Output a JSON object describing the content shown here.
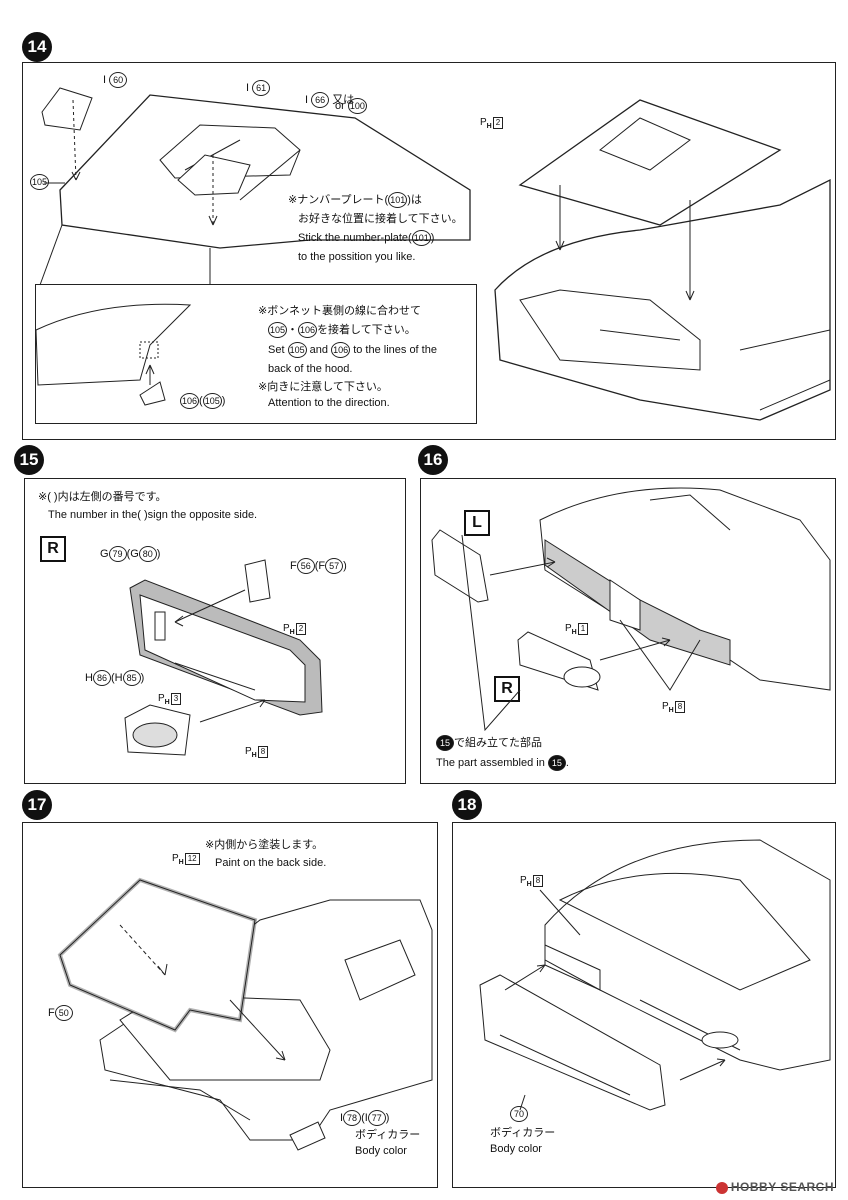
{
  "steps": {
    "s14": {
      "num": "14",
      "labels": {
        "i60_prefix": "I",
        "i60": "60",
        "i61_prefix": "I",
        "i61": "61",
        "i66_prefix": "I",
        "i66": "66",
        "or_ja": "又は",
        "or_en": "or",
        "i100": "100",
        "p105": "105",
        "ph": "P",
        "ph_sub": "H",
        "ph_num": "2",
        "p106": "106",
        "p105b": "105"
      },
      "note_plate": {
        "ja1": "※ナンバープレート(",
        "n101": "101",
        "ja1b": ")は",
        "ja2": "お好きな位置に接着して下さい。",
        "en1": "Stick the number-plate(",
        "en1b": ")",
        "en2": "to the possition you like."
      },
      "note_hood": {
        "ja1": "※ボンネット裏側の線に合わせて",
        "n105": "105",
        "dot": "・",
        "n106": "106",
        "ja2": "を接着して下さい。",
        "en1a": "Set",
        "en1b": "and",
        "en1c": "to the lines of the",
        "en2": "back of the hood."
      },
      "note_dir": {
        "ja": "※向きに注意して下さい。",
        "en": "Attention to the direction."
      }
    },
    "s15": {
      "num": "15",
      "note_ja": "※(   )内は左側の番号です。",
      "note_en": "The number in the(    )sign the opposite side.",
      "side": "R",
      "g_prefix": "G",
      "g79": "79",
      "g80": "80",
      "f_prefix": "F",
      "f56": "56",
      "f57": "57",
      "h_prefix": "H",
      "h86": "86",
      "h85": "85",
      "ph": "P",
      "ph_sub": "H",
      "ph2": "2",
      "ph3": "3",
      "ph8": "8"
    },
    "s16": {
      "num": "16",
      "side_l": "L",
      "side_r": "R",
      "ph": "P",
      "ph_sub": "H",
      "ph1": "1",
      "ph8": "8",
      "assembled_ja": "で組み立てた部品",
      "assembled_num": "15",
      "assembled_en": "The part assembled in",
      "assembled_end": "."
    },
    "s17": {
      "num": "17",
      "note_ja": "※内側から塗装します。",
      "note_en": "Paint on the back side.",
      "ph": "P",
      "ph_sub": "H",
      "ph12": "12",
      "f_prefix": "F",
      "f50": "50",
      "i_prefix": "I",
      "i78": "78",
      "i77": "77",
      "body_ja": "ボディカラー",
      "body_en": "Body color"
    },
    "s18": {
      "num": "18",
      "ph": "P",
      "ph_sub": "H",
      "ph8": "8",
      "p70": "70",
      "body_ja": "ボディカラー",
      "body_en": "Body color"
    }
  },
  "watermark": "HOBBY SEARCH"
}
